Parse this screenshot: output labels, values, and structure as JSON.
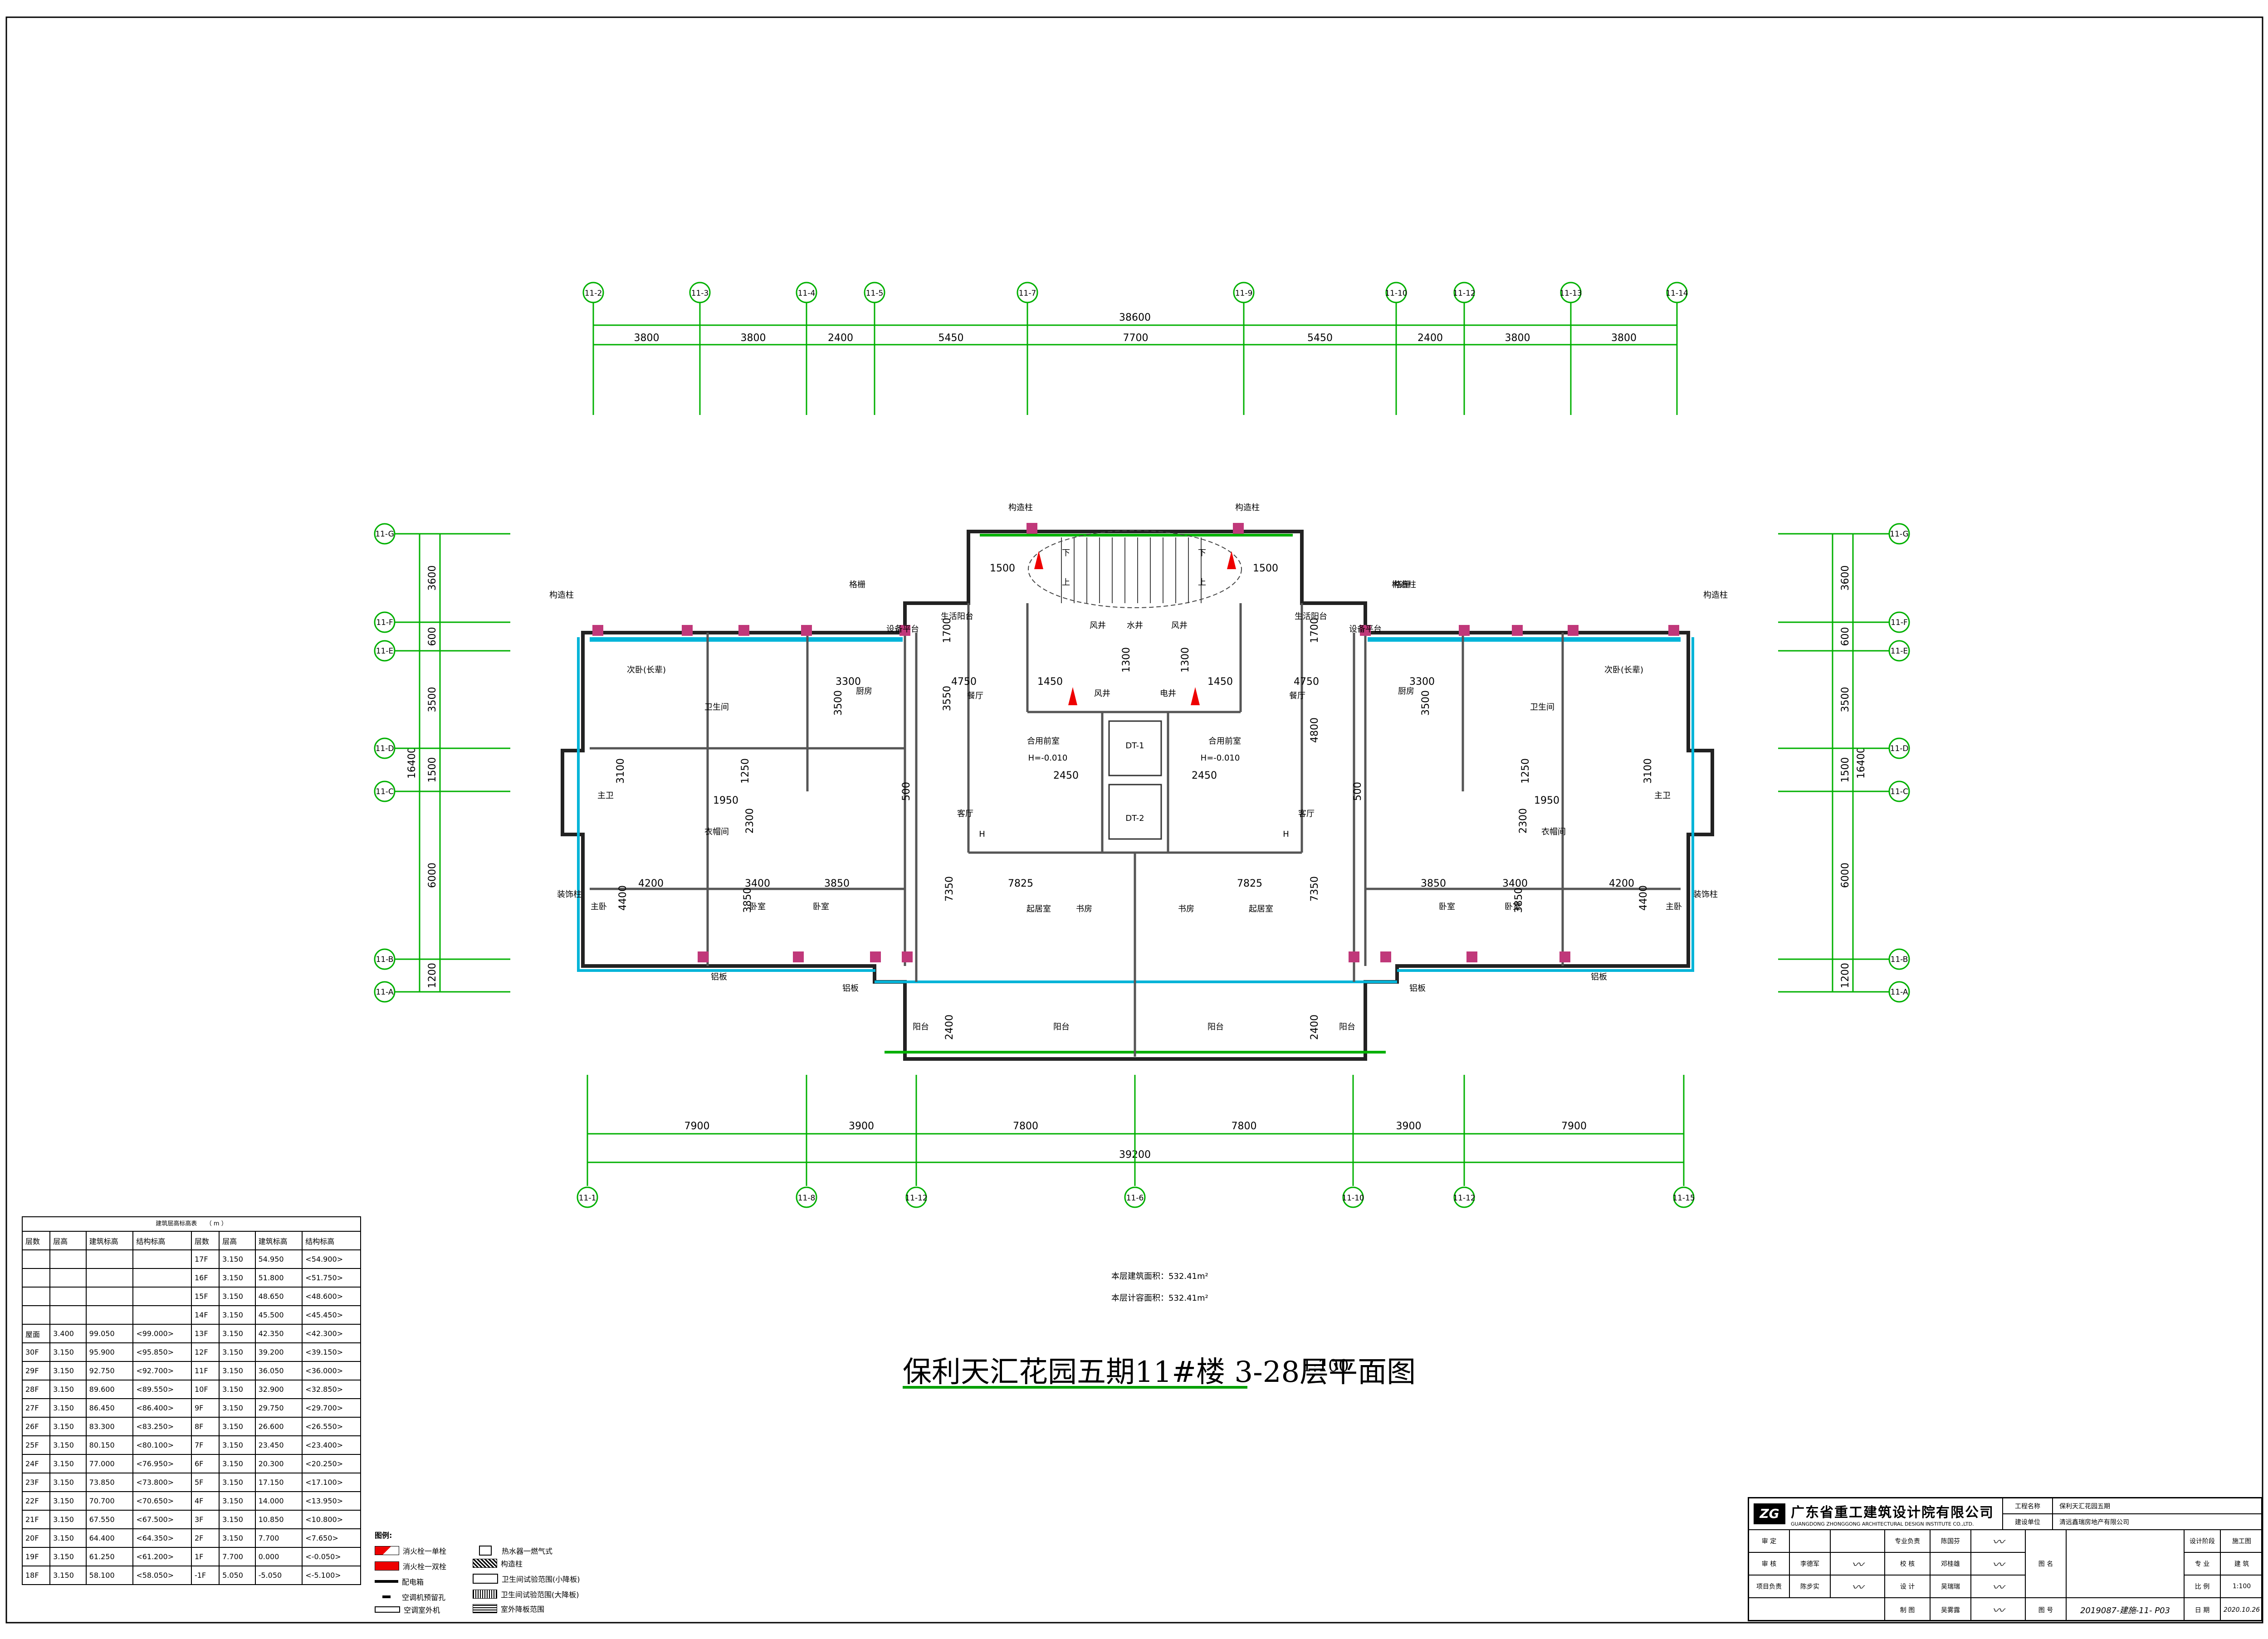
{
  "drawing": {
    "title": "保利天汇花园五期11#楼 3-28层平面图",
    "scale": "1:100",
    "area_building": "本层建筑面积：532.41m²",
    "area_counted": "本层计容面积：532.41m²"
  },
  "axes": {
    "top": [
      "11-2",
      "11-3",
      "11-4",
      "11-5",
      "11-7",
      "11-9",
      "11-10",
      "11-12",
      "11-13",
      "11-14"
    ],
    "bottom": [
      "11-1",
      "11-8",
      "11-12",
      "11-6",
      "11-10",
      "11-12",
      "11-15"
    ],
    "left": [
      "11-G",
      "11-F",
      "11-E",
      "11-D",
      "11-C",
      "11-B",
      "11-A"
    ],
    "right": [
      "11-G",
      "11-F",
      "11-E",
      "11-D",
      "11-C",
      "11-B",
      "11-A"
    ]
  },
  "dimensions": {
    "top_total": "38600",
    "top_segments": [
      "3800",
      "3800",
      "2400",
      "5450",
      "7700",
      "5450",
      "2400",
      "3800",
      "3800"
    ],
    "bottom_segments": [
      "7900",
      "3900",
      "7800",
      "7800",
      "3900",
      "7900"
    ],
    "bottom_total": "39200",
    "left_total": "16400",
    "left_segments": [
      "3600",
      "600",
      "3500",
      "1500",
      "6000",
      "1200"
    ],
    "right_total": "16400",
    "right_segments": [
      "3600",
      "600",
      "3500",
      "1500",
      "6000",
      "1200"
    ]
  },
  "plan_labels": {
    "gou_zao_zhu": "构造柱",
    "ge_shan": "格栅",
    "yang_tai": "阳台",
    "lv_ban": "铝板",
    "zhuang_shi_zhu": "装饰柱",
    "she_bei_ping_tai": "设备平台",
    "sheng_huo_yang_tai": "生活阳台",
    "chu_fang": "厨房",
    "can_ting": "餐厅",
    "ke_ting": "客厅",
    "wo_shi": "卧室",
    "zhu_wo": "主卧",
    "zhu_wei": "主卫",
    "wei_sheng_jian": "卫生间",
    "yi_mao_jian": "衣帽间",
    "qi_ju_shi": "起居室",
    "shu_fang": "书房",
    "ci_wo_zhang_bei": "次卧(长辈)",
    "he_yong_qian_shi": "合用前室",
    "feng_jing": "风井",
    "shui_jing": "水井",
    "dian_jing": "电井",
    "elevation": "H=-0.010",
    "elev_mark": "H",
    "dt1": "DT-1",
    "dt2": "DT-2",
    "down": "下",
    "up": "上",
    "dims": [
      "1500",
      "1500",
      "1700",
      "1700",
      "1300",
      "1300",
      "1450",
      "1450",
      "4750",
      "4750",
      "3300",
      "3300",
      "3500",
      "3500",
      "3550",
      "4800",
      "1250",
      "1250",
      "1950",
      "1950",
      "2450",
      "2450",
      "2300",
      "2300",
      "500",
      "500",
      "3100",
      "3100",
      "4200",
      "3400",
      "3850",
      "7825",
      "7825",
      "3850",
      "3400",
      "4200",
      "4400",
      "4400",
      "7350",
      "7350",
      "3850",
      "3850",
      "2400",
      "2400"
    ]
  },
  "elevation_table": {
    "title": "建筑层高标高表　　（ m ）",
    "headers": [
      "层数",
      "层高",
      "建筑标高",
      "结构标高",
      "层数",
      "层高",
      "建筑标高",
      "结构标高"
    ],
    "rows": [
      [
        "",
        "",
        "",
        "",
        "17F",
        "3.150",
        "54.950",
        "<54.900>"
      ],
      [
        "",
        "",
        "",
        "",
        "16F",
        "3.150",
        "51.800",
        "<51.750>"
      ],
      [
        "",
        "",
        "",
        "",
        "15F",
        "3.150",
        "48.650",
        "<48.600>"
      ],
      [
        "",
        "",
        "",
        "",
        "14F",
        "3.150",
        "45.500",
        "<45.450>"
      ],
      [
        "屋面",
        "3.400",
        "99.050",
        "<99.000>",
        "13F",
        "3.150",
        "42.350",
        "<42.300>"
      ],
      [
        "30F",
        "3.150",
        "95.900",
        "<95.850>",
        "12F",
        "3.150",
        "39.200",
        "<39.150>"
      ],
      [
        "29F",
        "3.150",
        "92.750",
        "<92.700>",
        "11F",
        "3.150",
        "36.050",
        "<36.000>"
      ],
      [
        "28F",
        "3.150",
        "89.600",
        "<89.550>",
        "10F",
        "3.150",
        "32.900",
        "<32.850>"
      ],
      [
        "27F",
        "3.150",
        "86.450",
        "<86.400>",
        "9F",
        "3.150",
        "29.750",
        "<29.700>"
      ],
      [
        "26F",
        "3.150",
        "83.300",
        "<83.250>",
        "8F",
        "3.150",
        "26.600",
        "<26.550>"
      ],
      [
        "25F",
        "3.150",
        "80.150",
        "<80.100>",
        "7F",
        "3.150",
        "23.450",
        "<23.400>"
      ],
      [
        "24F",
        "3.150",
        "77.000",
        "<76.950>",
        "6F",
        "3.150",
        "20.300",
        "<20.250>"
      ],
      [
        "23F",
        "3.150",
        "73.850",
        "<73.800>",
        "5F",
        "3.150",
        "17.150",
        "<17.100>"
      ],
      [
        "22F",
        "3.150",
        "70.700",
        "<70.650>",
        "4F",
        "3.150",
        "14.000",
        "<13.950>"
      ],
      [
        "21F",
        "3.150",
        "67.550",
        "<67.500>",
        "3F",
        "3.150",
        "10.850",
        "<10.800>"
      ],
      [
        "20F",
        "3.150",
        "64.400",
        "<64.350>",
        "2F",
        "3.150",
        "7.700",
        "<7.650>"
      ],
      [
        "19F",
        "3.150",
        "61.250",
        "<61.200>",
        "1F",
        "7.700",
        "0.000",
        "<-0.050>"
      ],
      [
        "18F",
        "3.150",
        "58.100",
        "<58.050>",
        "-1F",
        "5.050",
        "-5.050",
        "<-5.100>"
      ]
    ]
  },
  "legend": {
    "title": "图例:",
    "items": [
      "消火栓一单栓",
      "消火栓一双栓",
      "配电箱",
      "空调机预留孔",
      "空调室外机",
      "热水器一燃气式",
      "构造柱",
      "卫生间试验范围(小降板)",
      "卫生间试验范围(大降板)",
      "室外降板范围"
    ]
  },
  "title_block": {
    "company_cn": "广东省重工建筑设计院有限公司",
    "company_en": "GUANGDONG ZHONGGONG ARCHITECTURAL DESIGN INSTITUTE CO.,LTD.",
    "project_name_label": "工程名称",
    "project_name": "保利天汇花园五期",
    "client_label": "建设单位",
    "client": "清远鑫瑞房地产有限公司",
    "roles_left": [
      "审 定",
      "审 核",
      "项目负责"
    ],
    "names_left": [
      "",
      "李德军",
      "陈步实"
    ],
    "roles_mid": [
      "专业负责",
      "校 核",
      "设 计",
      "制 图"
    ],
    "names_mid": [
      "陈国芬",
      "邓桂雄",
      "吴瑞瑞",
      "吴雾露"
    ],
    "drawing_name_label": "图 名",
    "drawing_no_label": "图 号",
    "drawing_no": "2019087-建施-11- P03",
    "stage_label": "设计阶段",
    "stage": "施工图",
    "discipline_label": "专 业",
    "discipline": "建 筑",
    "scale_label": "比 例",
    "scale": "1:100",
    "date_label": "日 期",
    "date": "2020.10.26"
  }
}
